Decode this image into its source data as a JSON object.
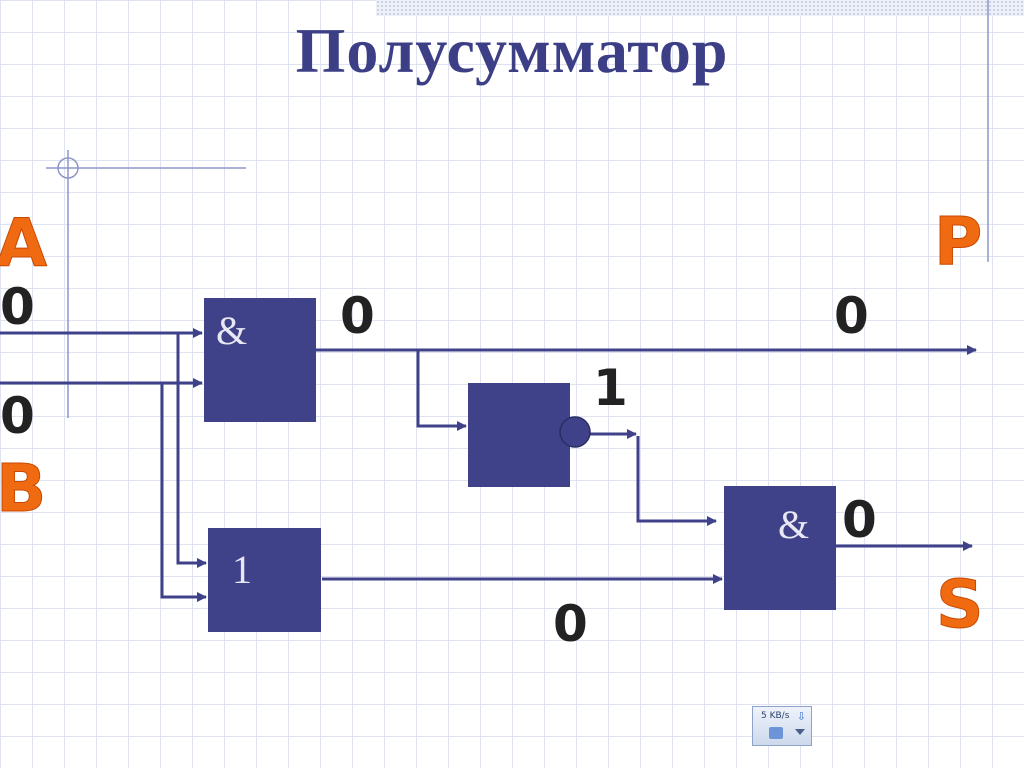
{
  "title": "Полусумматор",
  "colors": {
    "gate_fill": "#3f4288",
    "wire": "#3f4288",
    "signal_label": "#f06a12",
    "bit_value": "#222222",
    "title": "#3d3f86"
  },
  "gates": {
    "and1": {
      "symbol": "&"
    },
    "or1": {
      "symbol": "1"
    },
    "not1": {
      "symbol": ""
    },
    "and2": {
      "symbol": "&"
    }
  },
  "signals": {
    "input_a": "A",
    "input_b": "B",
    "output_p": "P",
    "output_s": "S"
  },
  "bits": {
    "a": "0",
    "b": "0",
    "and1_out": "0",
    "p_out": "0",
    "not_out": "1",
    "and2_out": "0",
    "or_out": "0"
  },
  "widget": {
    "speed": "5 KB/s",
    "icon": "download-arrow-icon"
  }
}
